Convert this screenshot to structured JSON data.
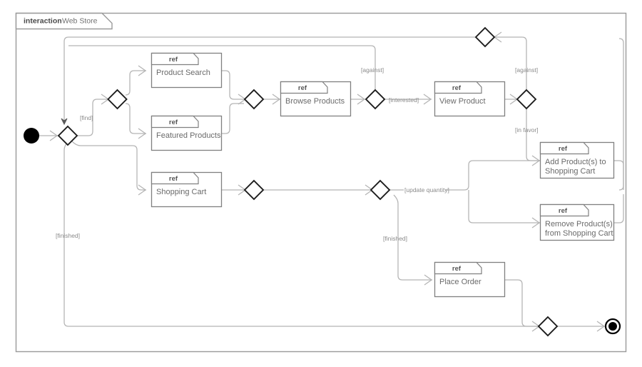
{
  "diagram": {
    "kind": "uml-interaction-overview-diagram",
    "frame": {
      "keyword": "interaction",
      "name": "Web Store"
    },
    "colors": {
      "frame_border": "#9a9a9a",
      "edge": "#b5b5b5",
      "ref_border": "#808080",
      "ref_text": "#6a6a6a",
      "diamond_border": "#1c1c1c",
      "guard_text": "#8a8a8a",
      "node_fill": "#000000",
      "background": "#ffffff"
    },
    "ref_keyword": "ref",
    "interaction_refs": [
      {
        "id": "product-search",
        "lines": [
          "Product Search"
        ]
      },
      {
        "id": "featured-products",
        "lines": [
          "Featured Products"
        ]
      },
      {
        "id": "browse-products",
        "lines": [
          "Browse Products"
        ]
      },
      {
        "id": "view-product",
        "lines": [
          "View Product"
        ]
      },
      {
        "id": "add-products",
        "lines": [
          "Add Product(s) to",
          "Shopping Cart"
        ]
      },
      {
        "id": "remove-products",
        "lines": [
          "Remove Product(s)",
          "from Shopping Cart"
        ]
      },
      {
        "id": "shopping-cart",
        "lines": [
          "Shopping Cart"
        ]
      },
      {
        "id": "place-order",
        "lines": [
          "Place Order"
        ]
      }
    ],
    "guards": [
      {
        "id": "find",
        "text": "[find]"
      },
      {
        "id": "against-top",
        "text": "[against]"
      },
      {
        "id": "interested",
        "text": "[interested]"
      },
      {
        "id": "against-right",
        "text": "[against]"
      },
      {
        "id": "in-favor",
        "text": "[in favor]"
      },
      {
        "id": "update-quantity",
        "text": "[update quantity]"
      },
      {
        "id": "finished-left",
        "text": "[finished]"
      },
      {
        "id": "finished-mid",
        "text": "[finished]"
      }
    ],
    "control_nodes": [
      {
        "id": "initial",
        "type": "initial-node"
      },
      {
        "id": "final",
        "type": "activity-final-node"
      },
      {
        "id": "merge-start",
        "type": "merge-node"
      },
      {
        "id": "fork-search",
        "type": "decision-node"
      },
      {
        "id": "join-search",
        "type": "merge-node"
      },
      {
        "id": "decide-browse",
        "type": "decision-node"
      },
      {
        "id": "decide-view",
        "type": "decision-node"
      },
      {
        "id": "merge-top",
        "type": "merge-node"
      },
      {
        "id": "merge-cart",
        "type": "merge-node"
      },
      {
        "id": "decide-cart",
        "type": "decision-node"
      },
      {
        "id": "merge-final",
        "type": "merge-node"
      }
    ]
  }
}
